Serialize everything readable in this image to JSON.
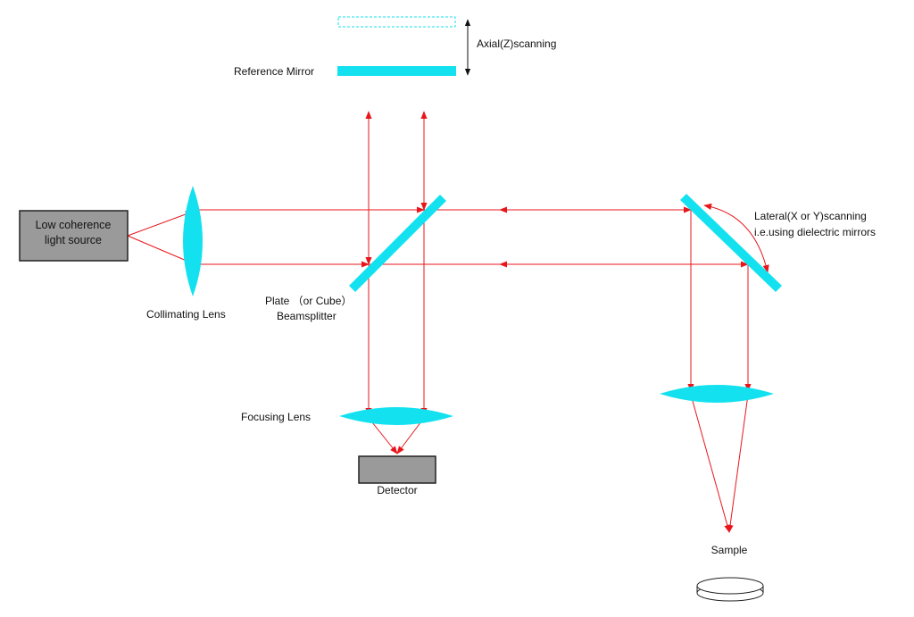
{
  "colors": {
    "optic": "#14e1ef",
    "ray": "#e8161b",
    "box_fill": "#9a9a9a",
    "stroke": "#222222",
    "background": "#ffffff"
  },
  "labels": {
    "source_line1": "Low coherence",
    "source_line2": "light source",
    "collimating_lens": "Collimating Lens",
    "beamsplitter_line1": "Plate （or Cube）",
    "beamsplitter_line2": "Beamsplitter",
    "reference_mirror": "Reference Mirror",
    "axial_scanning": "Axial(Z)scanning",
    "lateral_line1": "Lateral(X or Y)scanning",
    "lateral_line2": "i.e.using dielectric mirrors",
    "focusing_lens": "Focusing Lens",
    "detector": "Detector",
    "sample": "Sample"
  },
  "components": [
    {
      "name": "light-source-box",
      "kind": "source"
    },
    {
      "name": "collimating-lens",
      "kind": "lens"
    },
    {
      "name": "beamsplitter-plate",
      "kind": "beamsplitter"
    },
    {
      "name": "reference-mirror",
      "kind": "mirror"
    },
    {
      "name": "scan-mirror",
      "kind": "mirror"
    },
    {
      "name": "focusing-lens",
      "kind": "lens"
    },
    {
      "name": "objective-lens",
      "kind": "lens"
    },
    {
      "name": "detector-box",
      "kind": "detector"
    },
    {
      "name": "sample-dish",
      "kind": "sample"
    }
  ]
}
